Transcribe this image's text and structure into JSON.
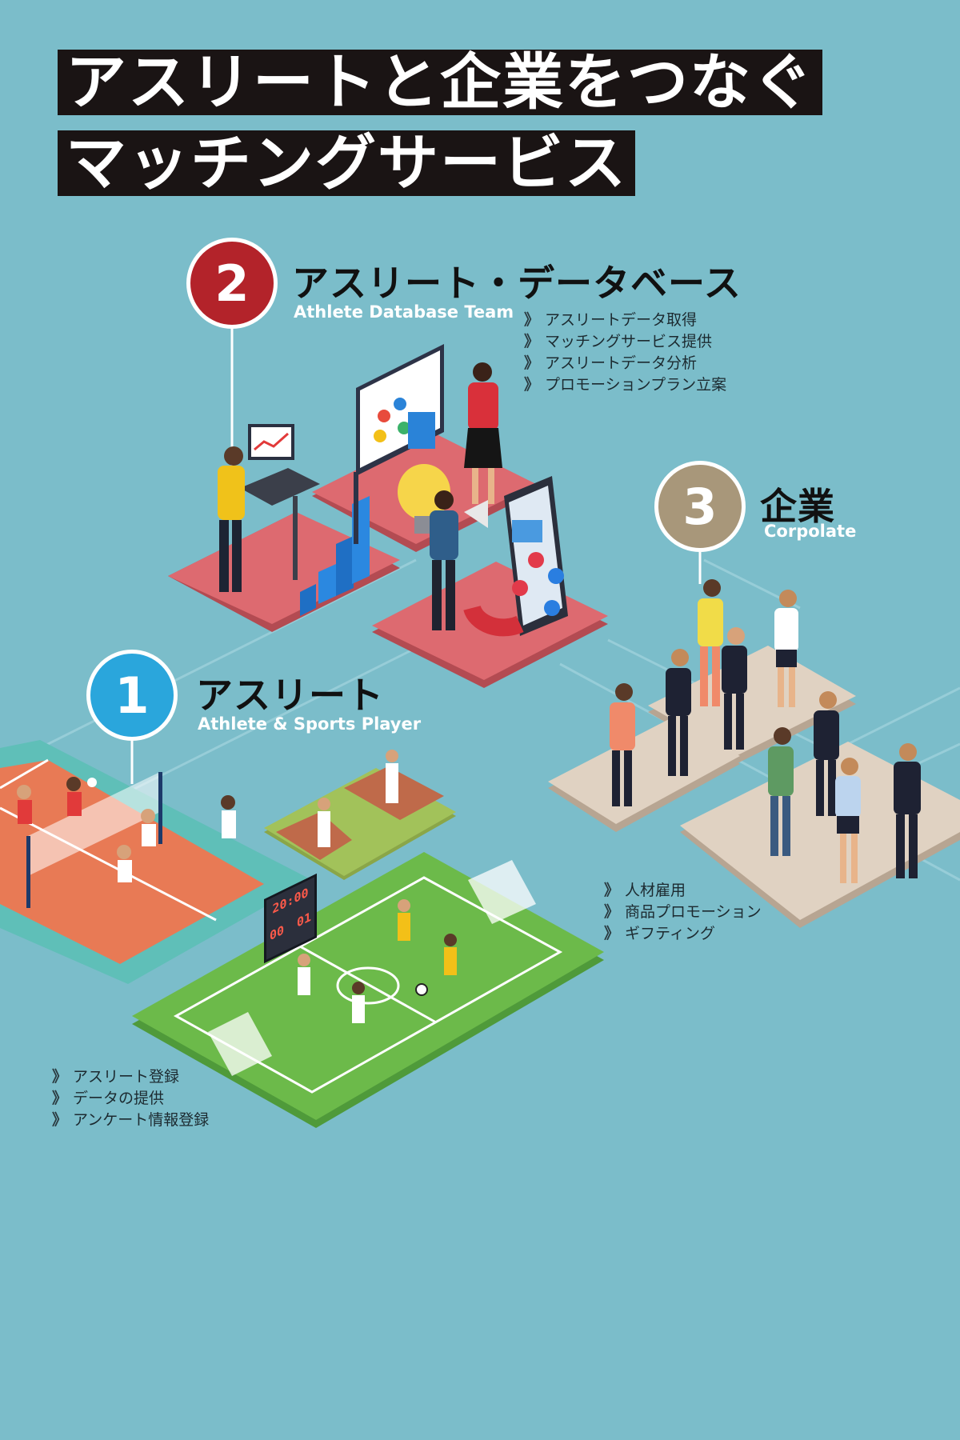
{
  "header": {
    "line1": "アスリートと企業をつなぐ",
    "line2": "マッチングサービス"
  },
  "bullet_mark": "》",
  "sections": [
    {
      "number": "1",
      "title": "アスリート",
      "subtitle": "Athlete & Sports Player",
      "color": "#2aa6dc",
      "items": [
        "アスリート登録",
        "データの提供",
        "アンケート情報登録"
      ]
    },
    {
      "number": "2",
      "title": "アスリート・データベース",
      "subtitle": "Athlete Database Team",
      "color": "#b3232a",
      "items": [
        "アスリートデータ取得",
        "マッチングサービス提供",
        "アスリートデータ分析",
        "プロモーションプラン立案"
      ]
    },
    {
      "number": "3",
      "title": "企業",
      "subtitle": "Corpolate",
      "color": "#a8977a",
      "items": [
        "人材雇用",
        "商品プロモーション",
        "ギフティング"
      ]
    }
  ],
  "scoreboard": {
    "top": "20:00",
    "left": "00",
    "right": "01"
  },
  "colors": {
    "background": "#7bbdca",
    "platform_red": "#d9636a",
    "platform_beige": "#d9c9b8",
    "court_orange": "#e87a55",
    "pitch_green": "#6cba4a"
  }
}
